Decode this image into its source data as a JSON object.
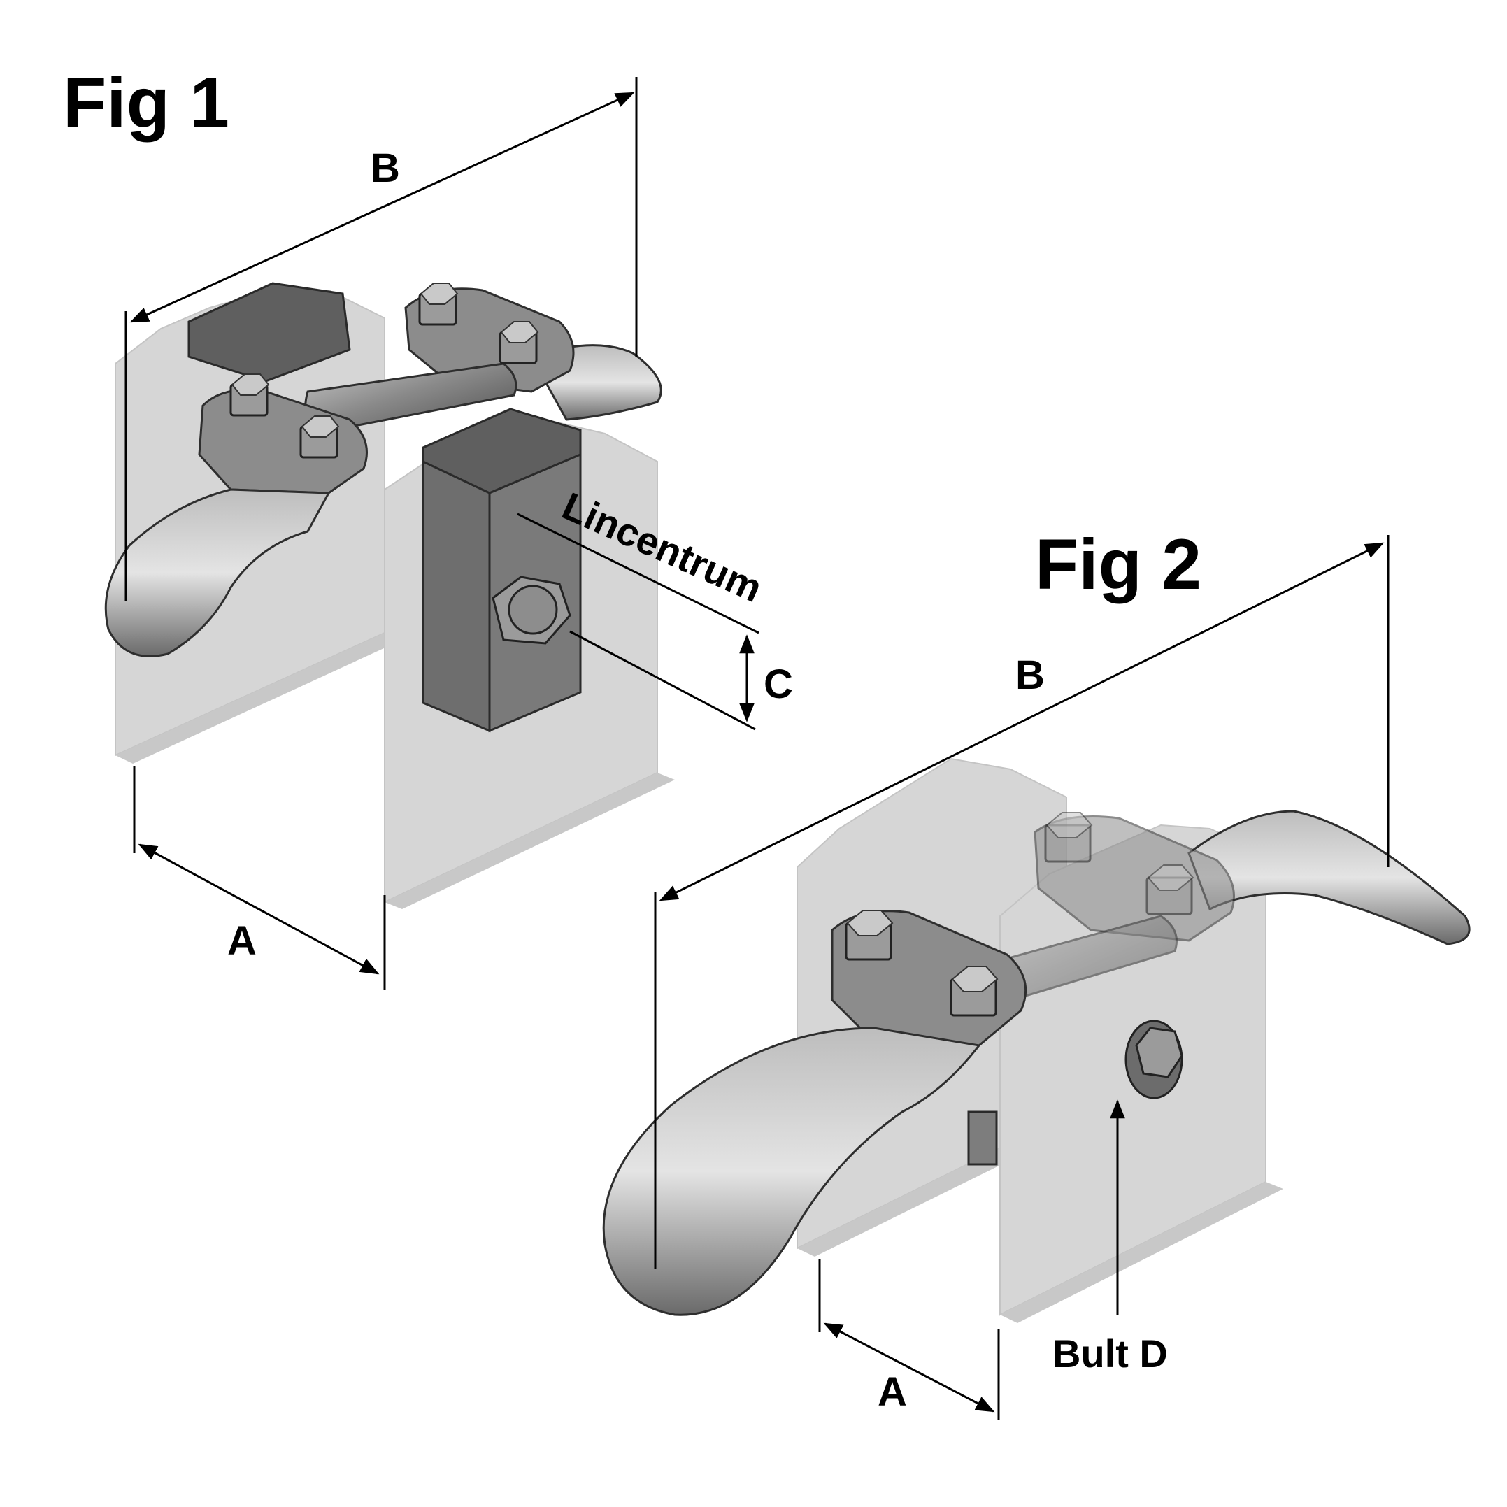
{
  "figure1": {
    "title": "Fig 1",
    "dimension_a": "A",
    "dimension_b": "B",
    "dimension_c": "C",
    "centerline_label": "Lincentrum"
  },
  "figure2": {
    "title": "Fig 2",
    "dimension_a": "A",
    "dimension_b": "B",
    "bolt_label": "Bult D"
  }
}
